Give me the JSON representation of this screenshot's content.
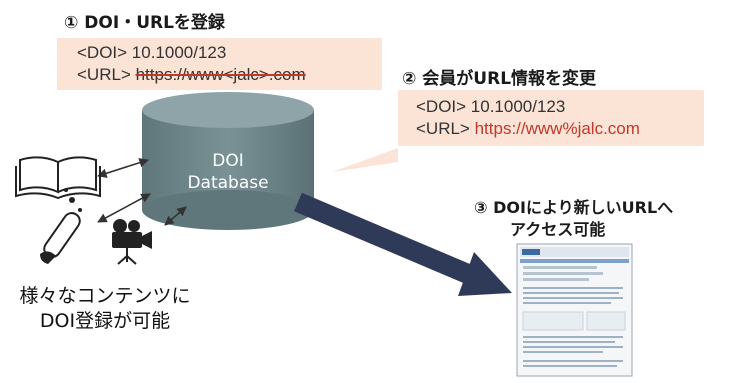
{
  "step1": {
    "title": "① DOI・URLを登録",
    "doi_line": "<DOI> 10.1000/123",
    "url_prefix": "<URL> ",
    "url_old": "https://www<jalc>.com"
  },
  "step2": {
    "title": "② 会員がURL情報を変更",
    "doi_line": "<DOI> 10.1000/123",
    "url_prefix": "<URL> ",
    "url_new": "https://www%jalc.com"
  },
  "step3": {
    "title_line1": "③ DOIにより新しいURLへ",
    "title_line2": "アクセス可能"
  },
  "database": {
    "line1": "DOI",
    "line2": "Database"
  },
  "contents": {
    "line1": "様々なコンテンツに",
    "line2": "DOI登録が可能"
  },
  "icons": [
    "book-icon",
    "test-tube-icon",
    "video-camera-icon"
  ],
  "colors": {
    "callout": "#fbe3d6",
    "db_body": "#6b8387",
    "arrow": "#2f3a58",
    "accent_red": "#c0392b"
  }
}
